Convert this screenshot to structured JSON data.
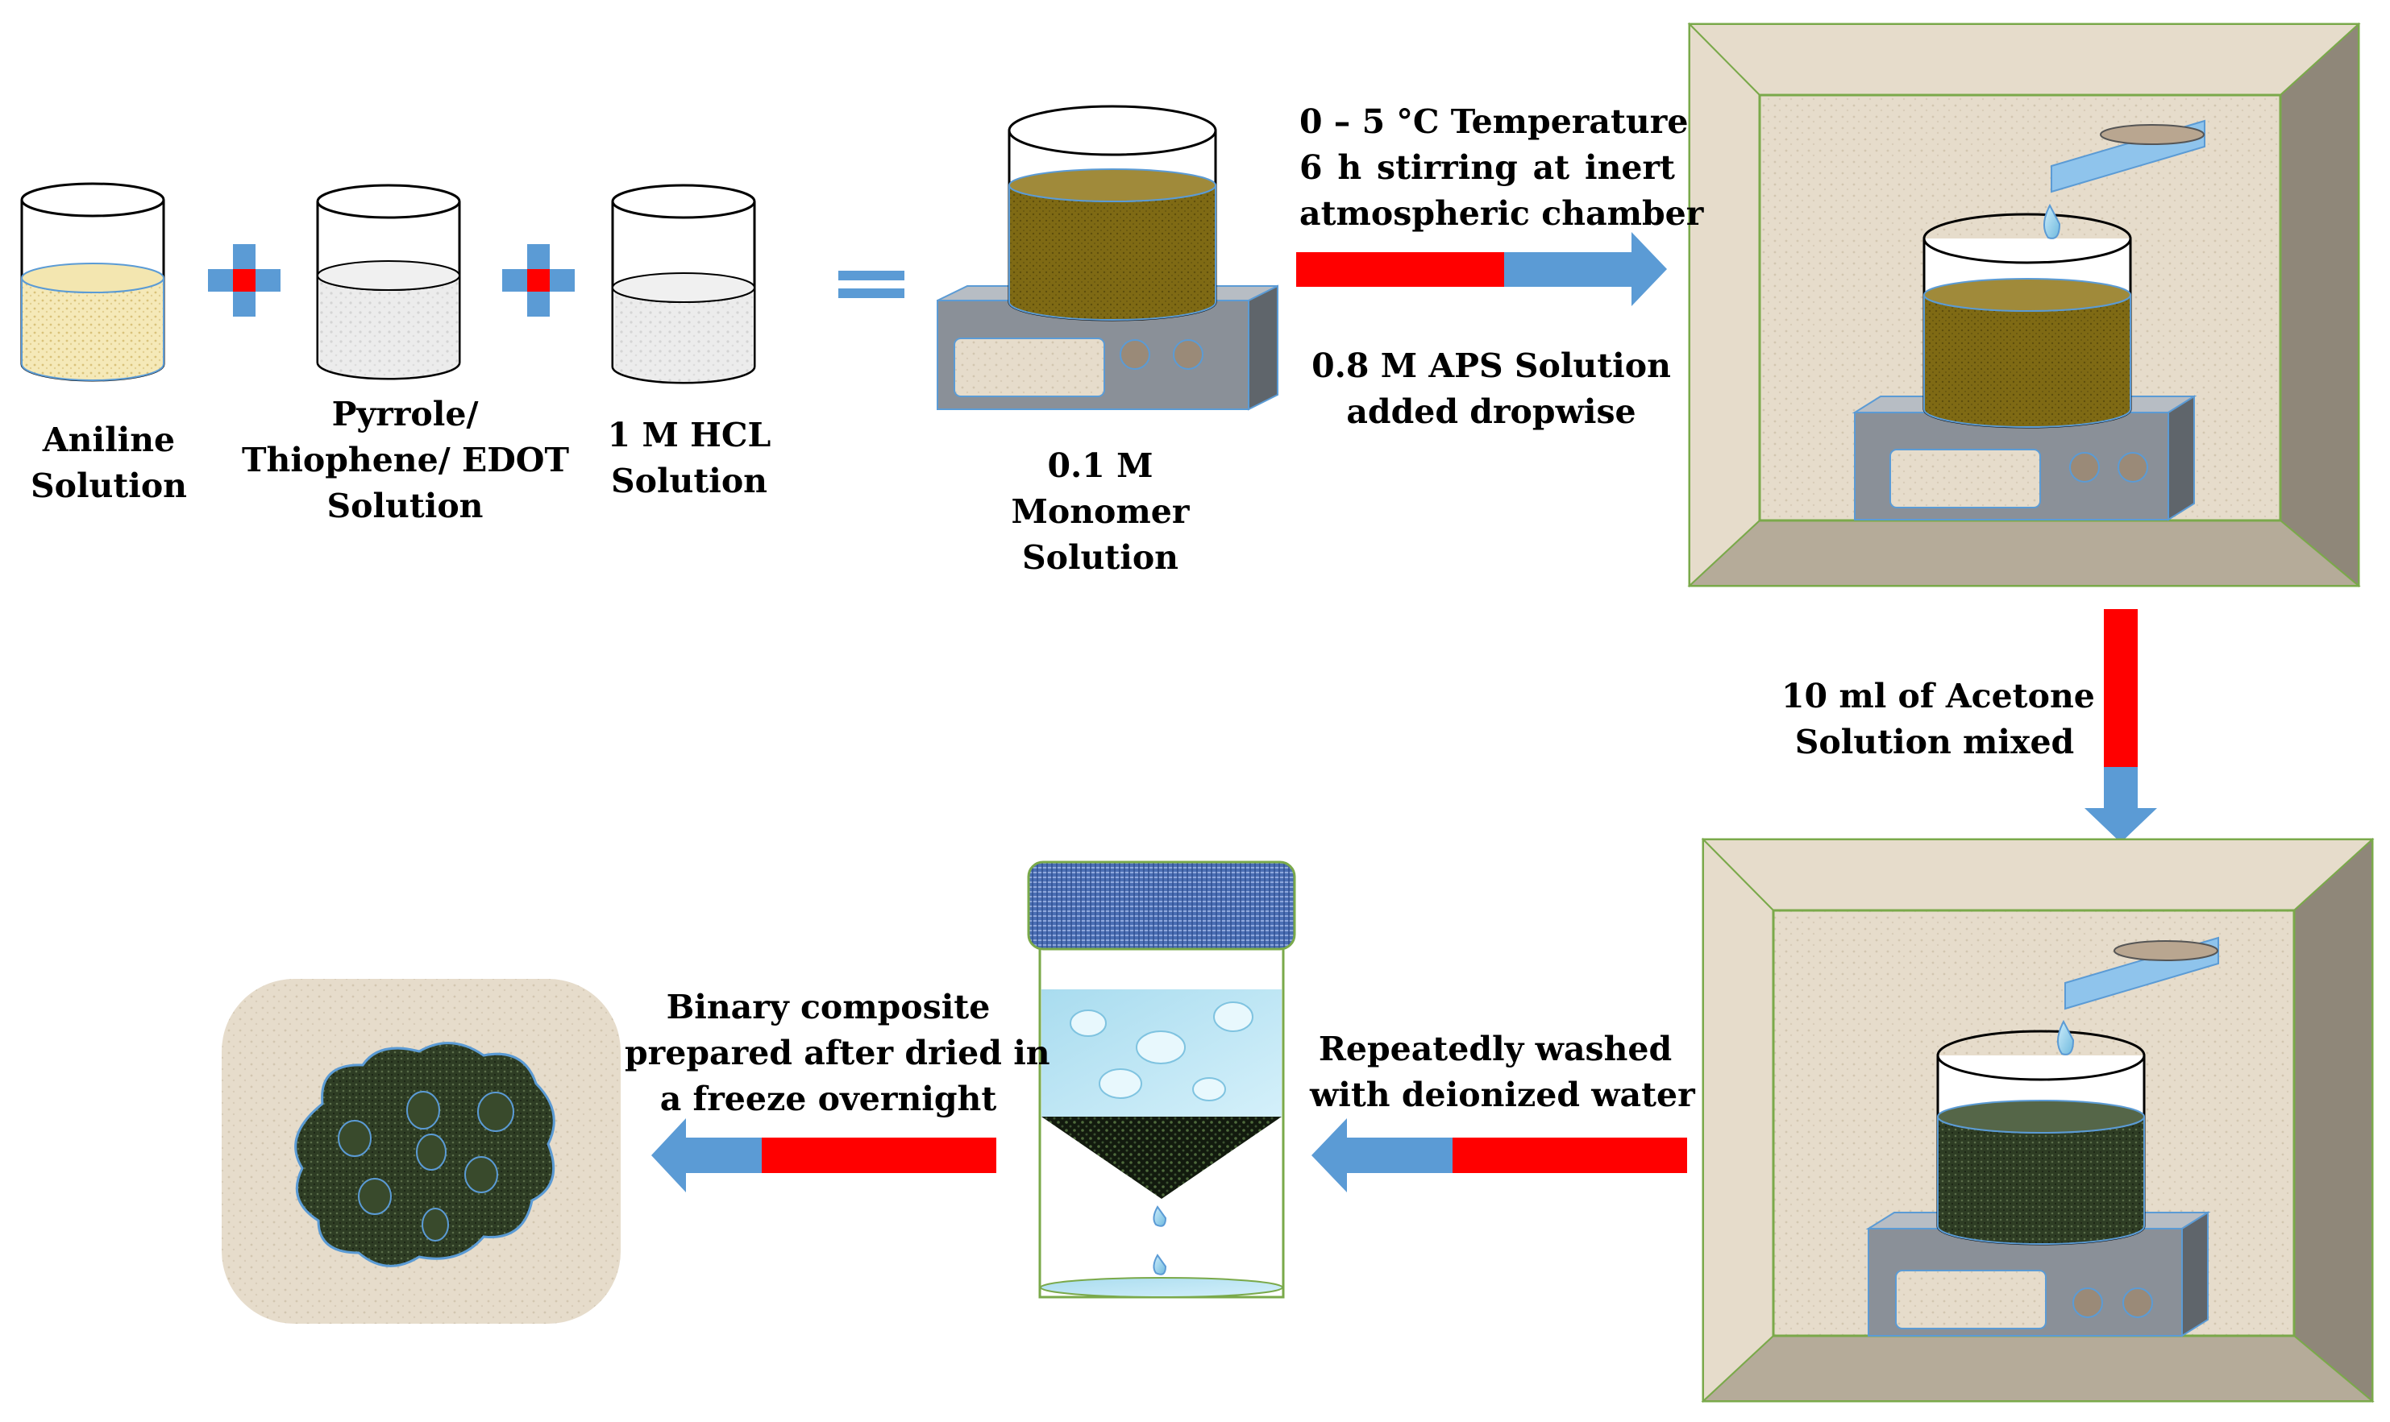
{
  "labels": {
    "aniline": [
      "Aniline",
      "Solution"
    ],
    "monomer_a": [
      "Pyrrole/",
      "Thiophene/ EDOT",
      "Solution"
    ],
    "hcl": [
      "1 M HCL",
      "Solution"
    ],
    "monomer_solution": [
      "0.1 M",
      "Monomer",
      "Solution"
    ],
    "conditions": [
      "0 – 5 °C Temperature",
      "6  h  stirring  at  inert",
      "atmospheric chamber"
    ],
    "aps": [
      "0.8 M APS Solution",
      "added dropwise"
    ],
    "acetone": [
      "10 ml  of Acetone",
      "Solution mixed"
    ],
    "washed": [
      "Repeatedly washed",
      "with deionized water"
    ],
    "binary": [
      "Binary composite",
      "prepared after dried in",
      "a freeze overnight"
    ]
  },
  "colors": {
    "arrow_blue": "#5b9bd5",
    "arrow_red": "#ff0000",
    "chamber_border": "#7aa94a",
    "liquid_brown": "#7f6a14",
    "liquid_green": "#2e3d24",
    "stirrer_grey": "#8a9098"
  }
}
